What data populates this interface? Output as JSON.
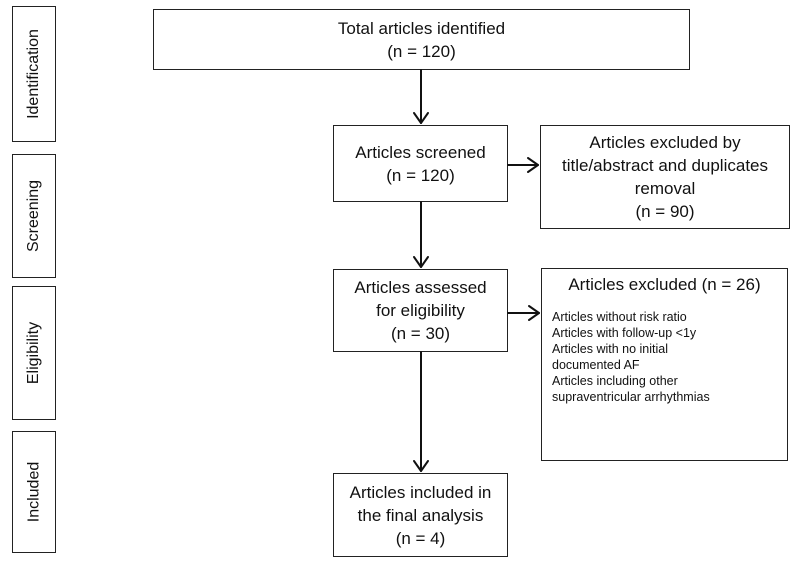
{
  "stages": {
    "identification": "Identification",
    "screening": "Screening",
    "eligibility": "Eligibility",
    "included": "Included"
  },
  "identified": {
    "title": "Total articles identified",
    "count": "(n = 120)"
  },
  "screened": {
    "title": "Articles screened",
    "count": "(n = 120)"
  },
  "excluded_screen": {
    "line1": "Articles excluded by",
    "line2": "title/abstract and duplicates",
    "line3": "removal",
    "count": "(n = 90)"
  },
  "assessed": {
    "line1": "Articles assessed",
    "line2": "for eligibility",
    "count": "(n = 30)"
  },
  "excluded_eligibility": {
    "title": "Articles excluded (n = 26)",
    "reasons": [
      "Articles without risk ratio",
      "Articles with follow-up <1y",
      "Articles with no initial documented AF",
      "Articles including other supraventricular arrhythmias"
    ]
  },
  "included": {
    "line1": "Articles included in",
    "line2": "the final analysis",
    "count": "(n = 4)"
  }
}
